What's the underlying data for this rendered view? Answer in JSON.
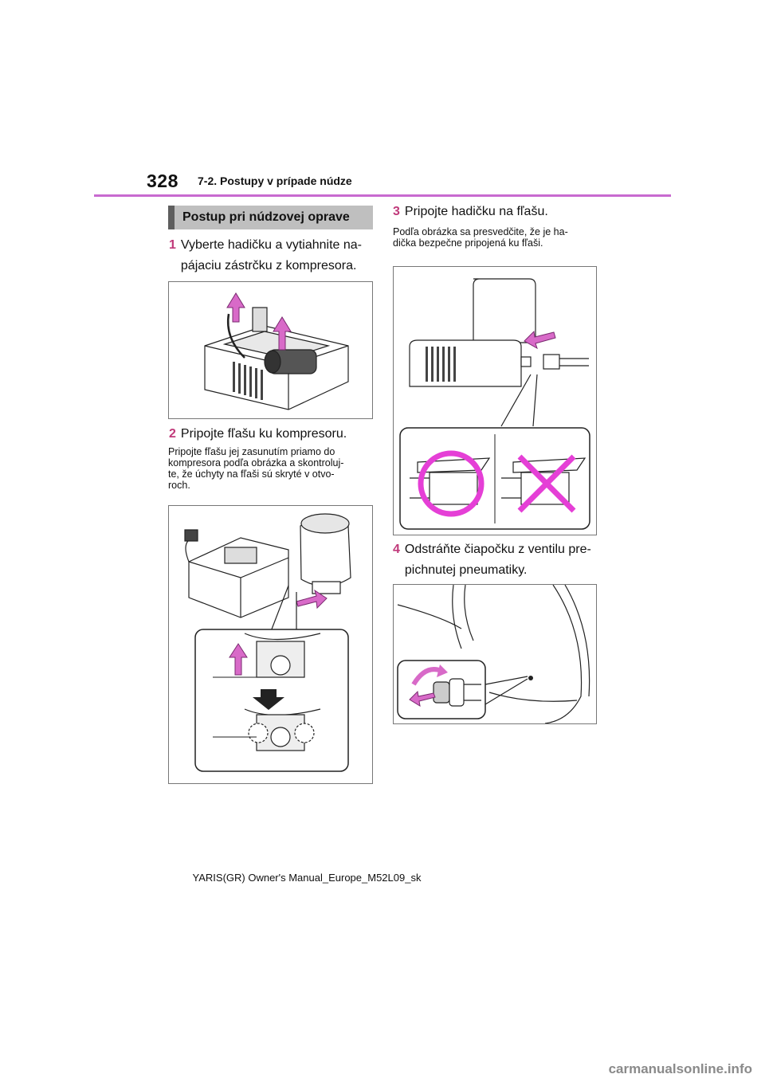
{
  "header": {
    "page_number": "328",
    "section": "7-2. Postupy v prípade núdze"
  },
  "box_title": "Postup pri núdzovej oprave",
  "steps": [
    {
      "num": "1",
      "text": "Vyberte hadičku a vytiahnite na-\npájaciu zástrčku z kompresora."
    },
    {
      "num": "2",
      "text": "Pripojte fľašu ku kompresoru.",
      "note": "Pripojte fľašu jej zasunutím priamo do\nkompresora podľa obrázka a skontroluj-\nte, že úchyty na fľaši sú skryté v otvo-\nroch."
    },
    {
      "num": "3",
      "text": "Pripojte hadičku na fľašu.",
      "note": "Podľa obrázka sa presvedčite, že je ha-\ndička bezpečne pripojená ku fľaši."
    },
    {
      "num": "4",
      "text": "Odstráňte čiapočku z ventilu pre-\npichnutej pneumatiky."
    }
  ],
  "footer": "YARIS(GR) Owner's Manual_Europe_M52L09_sk",
  "watermark": "carmanualsonline.info",
  "colors": {
    "accent": "#c86ad0",
    "arrow": "#d86ac8",
    "step_number": "#c0397a",
    "correct_mark": "#e53fd6",
    "wrong_mark": "#e53fd6"
  }
}
